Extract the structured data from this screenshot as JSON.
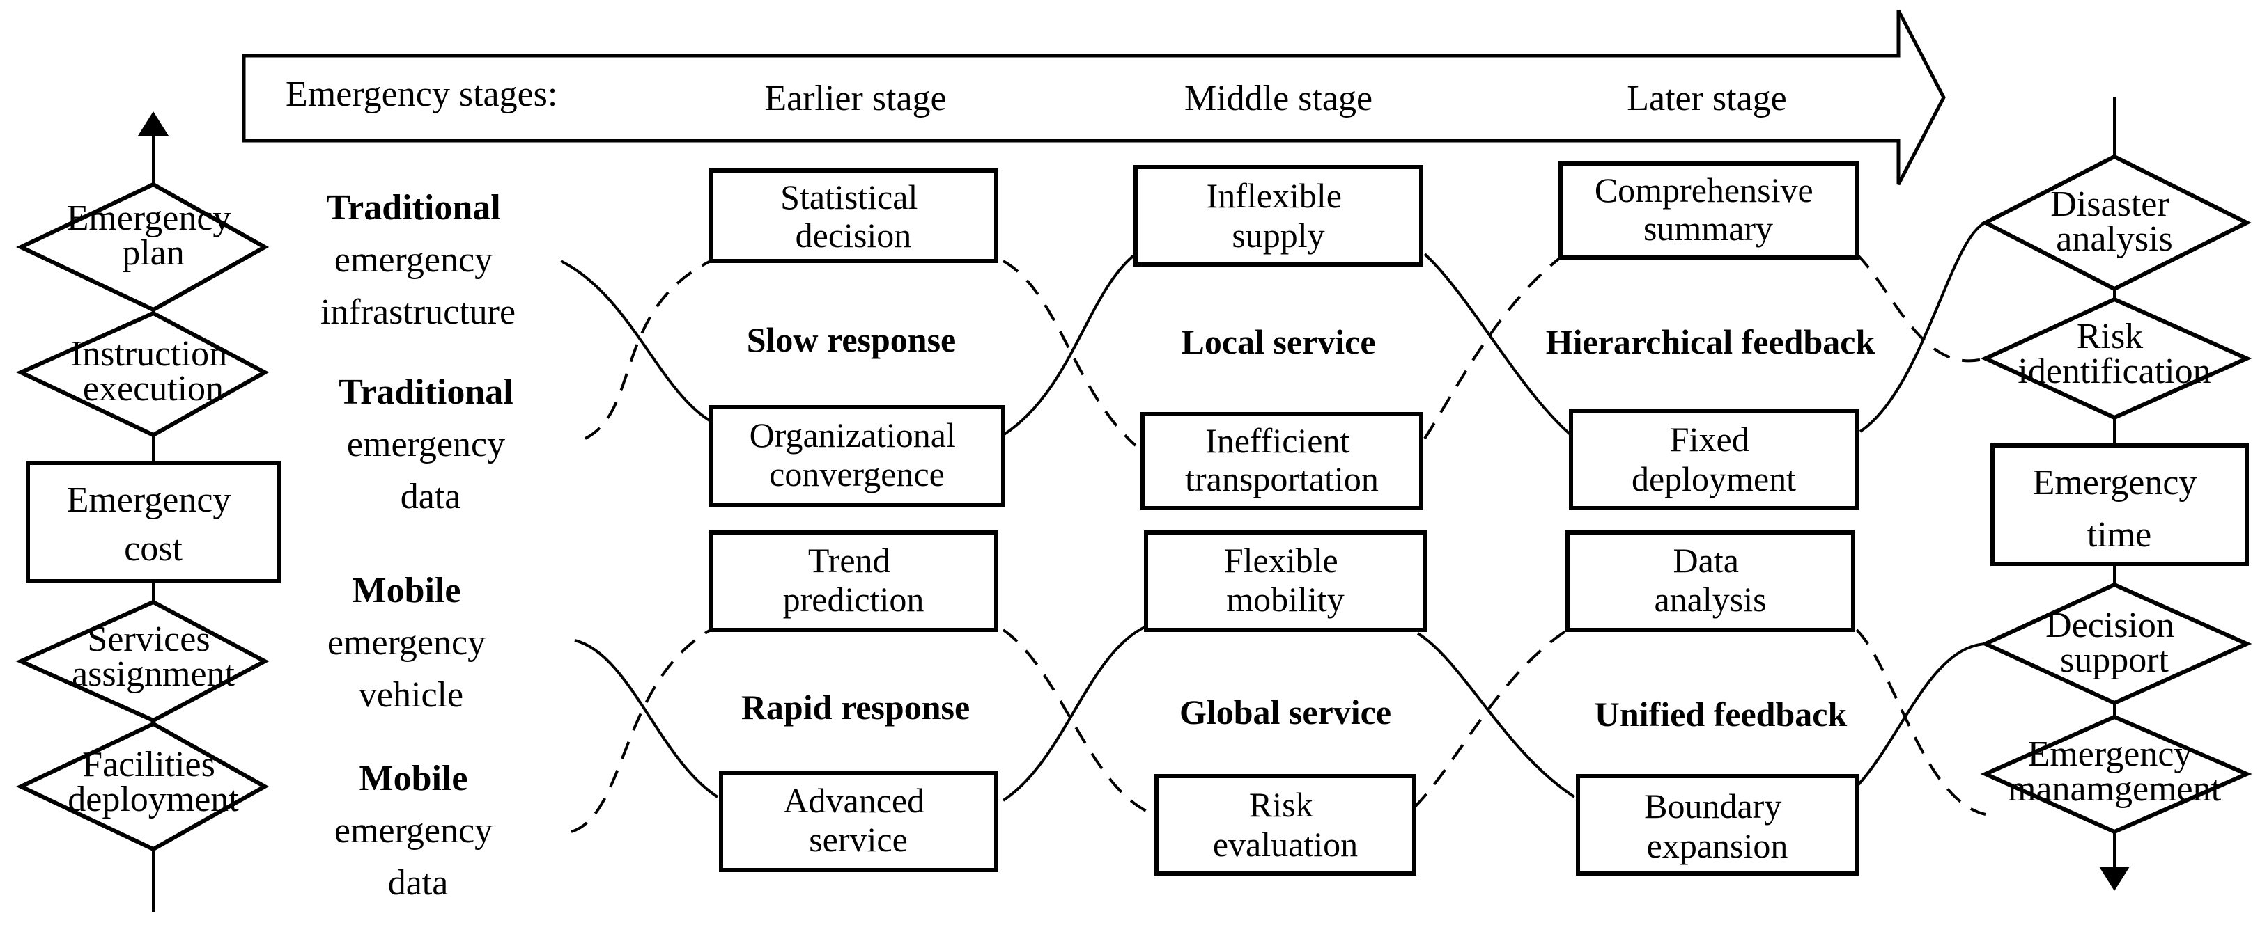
{
  "stages_arrow": {
    "label": "Emergency stages:",
    "stages": [
      "Earlier stage",
      "Middle stage",
      "Later stage"
    ]
  },
  "left_column": [
    {
      "type": "diamond",
      "lines": [
        "Emergency",
        "plan"
      ]
    },
    {
      "type": "diamond",
      "lines": [
        "Instruction",
        "execution"
      ]
    },
    {
      "type": "rect",
      "lines": [
        "Emergency",
        "cost"
      ]
    },
    {
      "type": "diamond",
      "lines": [
        "Services",
        "assignment"
      ]
    },
    {
      "type": "diamond",
      "lines": [
        "Facilities",
        "deployment"
      ]
    }
  ],
  "right_column": [
    {
      "type": "diamond",
      "lines": [
        "Disaster",
        "analysis"
      ]
    },
    {
      "type": "diamond",
      "lines": [
        "Risk",
        "identification"
      ]
    },
    {
      "type": "rect",
      "lines": [
        "Emergency",
        "time"
      ]
    },
    {
      "type": "diamond",
      "lines": [
        "Decision",
        "support"
      ]
    },
    {
      "type": "diamond",
      "lines": [
        "Emergency",
        "manamgement"
      ]
    }
  ],
  "row_labels": [
    {
      "bold": "Traditional",
      "lines": [
        "emergency",
        "infrastructure"
      ]
    },
    {
      "bold": "Traditional",
      "lines": [
        "emergency",
        "data"
      ]
    },
    {
      "bold": "Mobile",
      "lines": [
        "emergency",
        "vehicle"
      ]
    },
    {
      "bold": "Mobile",
      "lines": [
        "emergency",
        "data"
      ]
    }
  ],
  "traditional": {
    "boxes_top": [
      [
        "Statistical",
        "decision"
      ],
      [
        "Inflexible",
        "supply"
      ],
      [
        "Comprehensive",
        "summary"
      ]
    ],
    "boxes_bottom": [
      [
        "Organizational",
        "convergence"
      ],
      [
        "Inefficient",
        "transportation"
      ],
      [
        "Fixed",
        "deployment"
      ]
    ],
    "features": [
      "Slow response",
      "Local service",
      "Hierarchical feedback"
    ]
  },
  "mobile": {
    "boxes_top": [
      [
        "Trend",
        "prediction"
      ],
      [
        "Flexible",
        "mobility"
      ],
      [
        "Data",
        "analysis"
      ]
    ],
    "boxes_bottom": [
      [
        "Advanced",
        "service"
      ],
      [
        "Risk",
        "evaluation"
      ],
      [
        "Boundary",
        "expansion"
      ]
    ],
    "features": [
      "Rapid response",
      "Global service",
      "Unified feedback"
    ]
  }
}
